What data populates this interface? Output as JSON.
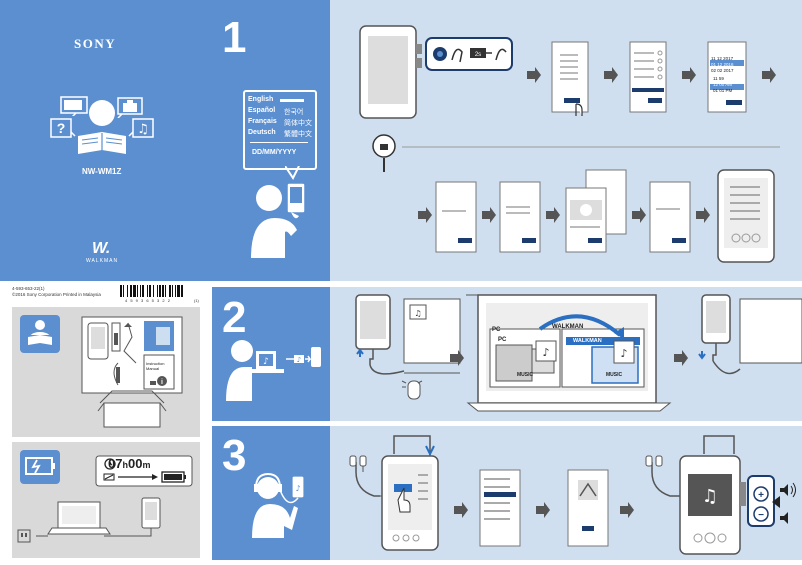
{
  "cover": {
    "brand": "SONY",
    "model": "NW-WM1Z",
    "walkman_logo": "W.",
    "walkman_word": "WALKMAN"
  },
  "step1": {
    "number": "1",
    "languages": [
      {
        "left": "English",
        "right": ""
      },
      {
        "left": "Español",
        "right": "한국어"
      },
      {
        "left": "Français",
        "right": "简体中文"
      },
      {
        "left": "Deutsch",
        "right": "繁體中文"
      }
    ],
    "date_format": "DD/MM/YYYY",
    "date_picker_rows": [
      "11  12  2017",
      "01  12  2016",
      "02  02  2017"
    ],
    "time_picker_rows": [
      "11   59",
      "12   00  AM",
      "01   01  PM"
    ]
  },
  "box_info": {
    "part_number": "4-593-653-22(1)",
    "copyright": "©2016 Sony Corporation Printed in Malaysia",
    "barcode_digits": "4 5 9 3 6 5 3 2 2",
    "barcode_suffix": "(1)",
    "manual_label_1": "Instruction",
    "manual_label_2": "Manual"
  },
  "charge": {
    "duration_hours": "07",
    "duration_h": "h",
    "duration_minutes": "00",
    "duration_m": "m"
  },
  "step2": {
    "number": "2",
    "pc_label": "PC",
    "pc_label2": "PC",
    "walkman_label": "WALKMAN",
    "walkman_label2": "WALKMAN",
    "music_label": "MUSIC",
    "music_label2": "MUSIC"
  },
  "step3": {
    "number": "3"
  },
  "icons": [
    "headphones-icon",
    "battery-icon",
    "briefcase-icon",
    "question-icon",
    "music-note-icon",
    "arrow-right-icon",
    "hand-pointer-icon",
    "clock-icon",
    "plus-icon",
    "info-icon"
  ],
  "colors": {
    "blue": "#5b8fd0",
    "light_blue": "#cfdff0",
    "gray": "#d9d9d9",
    "dark": "#1d3c6e"
  }
}
